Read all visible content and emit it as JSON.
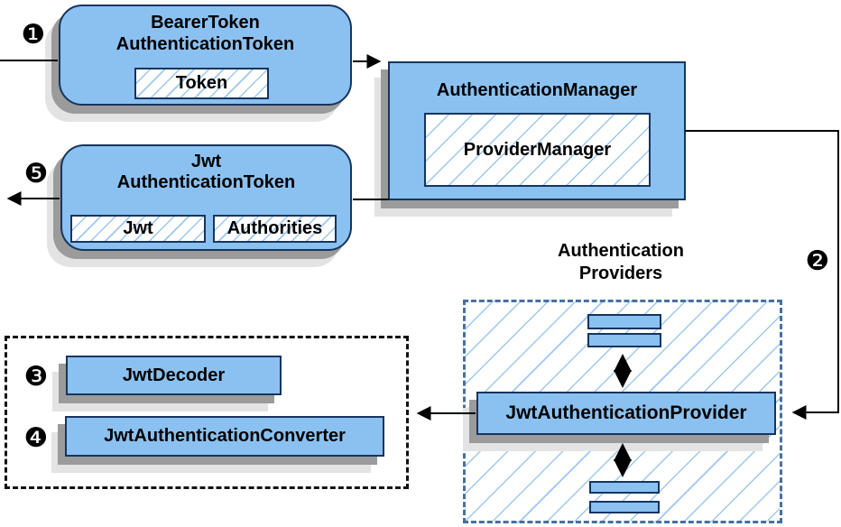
{
  "diagram": {
    "title_context": "JWT authentication architecture",
    "badges": {
      "step1": "❶",
      "step2": "❷",
      "step3": "❸",
      "step4": "❹",
      "step5": "❺"
    },
    "bearer_token_node": {
      "title_line1": "BearerToken",
      "title_line2": "AuthenticationToken",
      "field_token": "Token"
    },
    "authentication_manager_node": {
      "title": "AuthenticationManager",
      "field_provider_manager": "ProviderManager"
    },
    "jwt_token_node": {
      "title_line1": "Jwt",
      "title_line2": "AuthenticationToken",
      "field_jwt": "Jwt",
      "field_authorities": "Authorities"
    },
    "providers_group": {
      "label_line1": "Authentication",
      "label_line2": "Providers",
      "provider_node": "JwtAuthenticationProvider"
    },
    "decoder_group": {
      "decoder_node": "JwtDecoder",
      "converter_node": "JwtAuthenticationConverter"
    },
    "colors": {
      "node_fill": "#8bc1f0",
      "node_border": "#16355e",
      "hatch_line": "#9ec7f0",
      "providers_dash_border": "#47719c",
      "decoder_dash_border": "#111111",
      "shadow_dark": "#9b9b9b",
      "shadow_light": "#e3e3e3",
      "arrow": "#000000"
    }
  }
}
